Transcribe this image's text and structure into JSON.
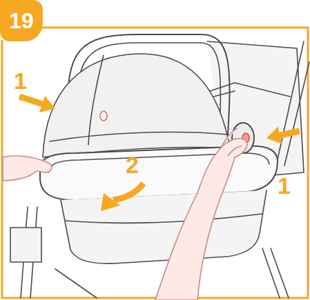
{
  "diagram": {
    "nodes": [
      {
        "text": [
          "19"
        ]
      }
    ],
    "labels": [
      "1",
      "2",
      "1"
    ]
  }
}
